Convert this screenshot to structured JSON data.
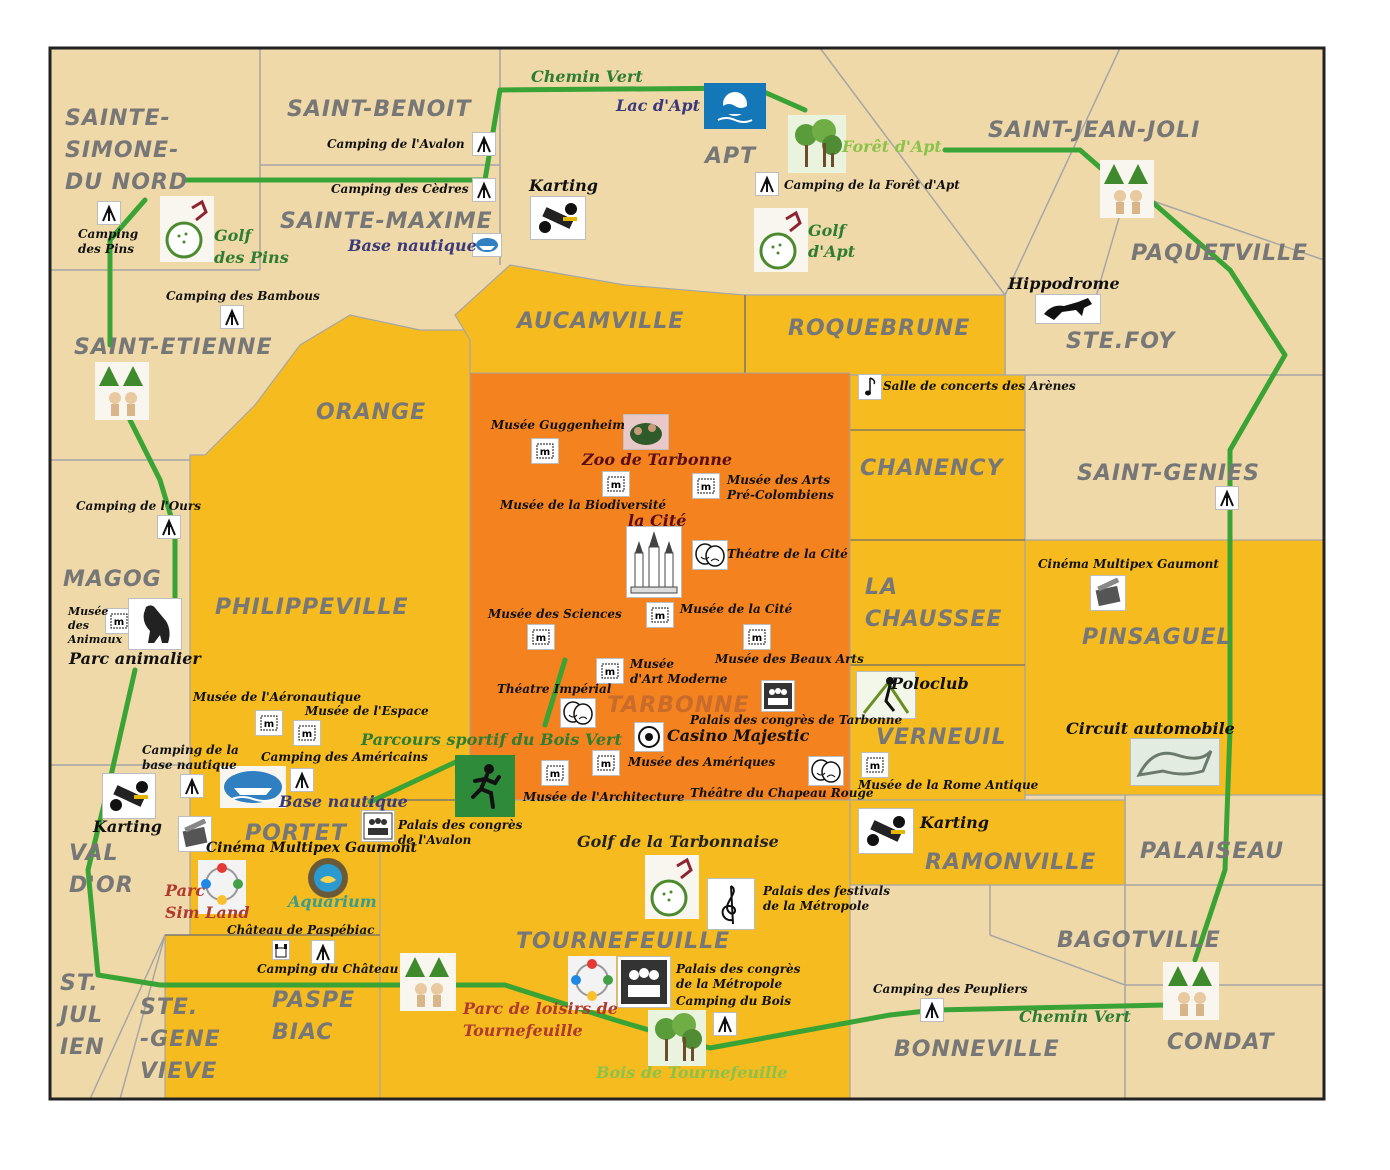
{
  "colors": {
    "background": "#f0d9a8",
    "border": "#222222",
    "boundary": "#a6a6a6",
    "district_line": "#6e6e6e",
    "suburb": "#f5bb1f",
    "center": "#f4821f",
    "trail": "#3aa335",
    "district_label": "#777777"
  },
  "districts": {
    "sainte_simone": "SAINTE-\nSIMONE-\nDU NORD",
    "saint_benoit": "SAINT-BENOIT",
    "sainte_maxime": "SAINTE-MAXIME",
    "apt": "APT",
    "saint_jean_joli": "SAINT-JEAN-JOLI",
    "paquetville": "PAQUETVILLE",
    "ste_foy": "STE.FOY",
    "saint_etienne": "SAINT-ETIENNE",
    "aucamville": "AUCAMVILLE",
    "roquebrune": "ROQUEBRUNE",
    "orange": "ORANGE",
    "chanency": "CHANENCY",
    "saint_genies": "SAINT-GENIES",
    "magog": "MAGOG",
    "philippeville": "PHILIPPEVILLE",
    "la_chaussee": "LA\nCHAUSSEE",
    "pinsaguel": "PINSAGUEL",
    "tarbonne": "TARBONNE",
    "verneuil": "VERNEUIL",
    "portet": "PORTET",
    "val_dor": "VAL\nD'OR",
    "ramonville": "RAMONVILLE",
    "palaiseau": "PALAISEAU",
    "tournefeuille": "TOURNEFEUILLE",
    "bagotville": "BAGOTVILLE",
    "st_julien": "ST.\nJUL\nIEN",
    "ste_genevieve": "STE.\n-GENE\nVIEVE",
    "paspebiac": "PASPE\nBIAC",
    "bonneville": "BONNEVILLE",
    "condat": "CONDAT"
  },
  "pois": {
    "chemin_vert_n": "Chemin Vert",
    "lac_apt": "Lac d'Apt",
    "camping_avalon": "Camping de l'Avalon",
    "camping_cedres": "Camping des Cèdres",
    "karting_n": "Karting",
    "foret_apt": "Forêt d'Apt",
    "camping_foret_apt": "Camping de la Forêt d'Apt",
    "golf_apt": "Golf\nd'Apt",
    "camping_pins": "Camping\ndes Pins",
    "golf_pins": "Golf\ndes Pins",
    "base_nautique_n": "Base nautique",
    "camping_bambous": "Camping des Bambous",
    "hippodrome": "Hippodrome",
    "salle_concerts": "Salle de concerts des Arènes",
    "musee_guggenheim": "Musée Guggenheim",
    "zoo": "Zoo de Tarbonne",
    "musee_arts_pre": "Musée des Arts\nPré-Colombiens",
    "musee_biodiversite": "Musée de la Biodiversité",
    "la_cite": "la Cité",
    "theatre_cite": "Théatre de la Cité",
    "camping_ours": "Camping de l'Ours",
    "musee_sciences": "Musée des Sciences",
    "musee_cite": "Musée de la Cité",
    "cinema_pinsaguel": "Cinéma Multipex Gaumont",
    "musee_animaux": "Musée\ndes\nAnimaux",
    "parc_animalier": "Parc animalier",
    "musee_art_moderne": "Musée\nd'Art Moderne",
    "musee_beaux_arts": "Musée des Beaux Arts",
    "theatre_imperial": "Théatre Impérial",
    "poloclub": "Poloclub",
    "musee_aeronautique": "Musée de l'Aéronautique",
    "musee_espace": "Musée de l'Espace",
    "palais_congres_tarbonne": "Palais des congrès de Tarbonne",
    "parcours_sportif": "Parcours sportif du Bois Vert",
    "casino": "Casino Majestic",
    "circuit_auto": "Circuit automobile",
    "camping_base_nautique": "Camping de la\nbase nautique",
    "camping_americains": "Camping des Américains",
    "musee_ameriques": "Musée des Amériques",
    "musee_rome": "Musée de la Rome Antique",
    "musee_architecture": "Musée de l'Architecture",
    "theatre_chapeau": "Théâtre du Chapeau Rouge",
    "karting_w": "Karting",
    "base_nautique_w": "Base nautique",
    "palais_congres_avalon": "Palais des congrès\nde l'Avalon",
    "karting_e": "Karting",
    "cinema_portet": "Cinéma Multipex Gaumont",
    "golf_tarbonnaise": "Golf de la Tarbonnaise",
    "parc_sim_land": "Parc\nSim Land",
    "aquarium": "Aquarium",
    "palais_festivals": "Palais des festivals\nde la Métropole",
    "chateau_paspebiac": "Château de Paspébiac",
    "camping_chateau": "Camping du Château",
    "palais_congres_metropole": "Palais des congrès\nde la Métropole",
    "camping_bois": "Camping du Bois",
    "camping_peupliers": "Camping des Peupliers",
    "chemin_vert_s": "Chemin Vert",
    "parc_loisirs": "Parc de loisirs de\nTournefeuille",
    "bois_tournefeuille": "Bois de Tournefeuille"
  },
  "icons": {
    "tent": "tent-icon",
    "museum": "museum-icon",
    "trees": "trees-icon",
    "golf": "golf-icon",
    "karting": "karting-icon",
    "blue_flag": "blue-flag-icon",
    "boat": "boat-icon",
    "horse": "horse-icon",
    "music": "music-note-icon",
    "zoo": "zoo-icon",
    "cathedral": "cathedral-icon",
    "theatre": "theatre-mask-icon",
    "cinema": "cinema-icon",
    "bear": "bear-icon",
    "congress": "congress-icon",
    "runner": "runner-icon",
    "casino": "casino-icon",
    "polo": "polo-icon",
    "circuit": "circuit-icon",
    "aquarium": "aquarium-icon",
    "amusement": "amusement-park-icon",
    "chateau": "chateau-icon"
  }
}
